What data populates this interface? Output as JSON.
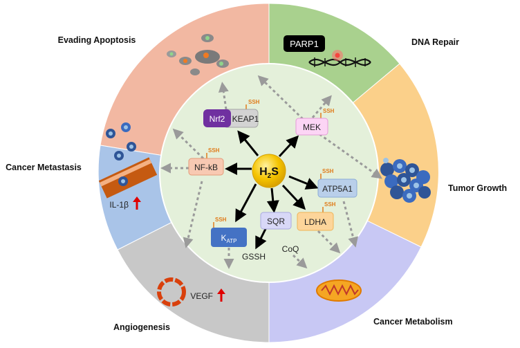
{
  "segments": {
    "evading_apoptosis": "Evading Apoptosis",
    "dna_repair": "DNA Repair",
    "tumor_growth": "Tumor Growth",
    "cancer_metabolism": "Cancer Metabolism",
    "angiogenesis": "Angiogenesis",
    "cancer_metastasis": "Cancer Metastasis"
  },
  "center": {
    "main": "H",
    "sub": "2",
    "tail": "S"
  },
  "nodes": {
    "nrf2": "Nrf2",
    "keap1": "KEAP1",
    "mek": "MEK",
    "nfkb": "NF-kB",
    "atp5a1": "ATP5A1",
    "ldha": "LDHA",
    "sqr": "SQR",
    "katp_main": "K",
    "katp_sub": "ATP",
    "parp1": "PARP1"
  },
  "ssh_label": "SSH",
  "products": {
    "gssh": "GSSH",
    "coq": "CoQ"
  },
  "markers": {
    "il1b": "IL-1β",
    "vegf": "VEGF"
  },
  "colors": {
    "apoptosis": "#f2b8a2",
    "dna_repair": "#a9d18e",
    "tumor_growth": "#fbd08a",
    "metabolism": "#c8c8f4",
    "angiogenesis": "#c8c8c8",
    "metastasis": "#a9c4e8",
    "inner": "#e4f0da",
    "h2s": "#f5c400",
    "nrf2": "#7030a0",
    "katp": "#4472c4",
    "up_arrow": "#e00000"
  }
}
